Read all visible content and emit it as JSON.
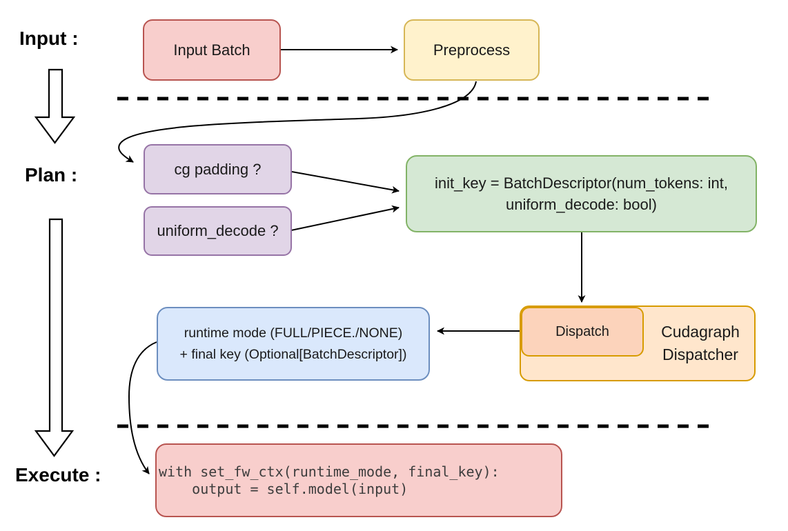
{
  "stages": {
    "input_label": "Input :",
    "plan_label": "Plan :",
    "execute_label": "Execute :"
  },
  "nodes": {
    "input_batch": {
      "label": "Input Batch",
      "fill": "#f8cecc",
      "stroke": "#b85450"
    },
    "preprocess": {
      "label": "Preprocess",
      "fill": "#fff2cc",
      "stroke": "#d6b656"
    },
    "cg_padding": {
      "label": "cg padding ?",
      "fill": "#e1d5e7",
      "stroke": "#9673a6"
    },
    "uniform_decode": {
      "label": "uniform_decode ?",
      "fill": "#e1d5e7",
      "stroke": "#9673a6"
    },
    "init_key": {
      "line1": "init_key = BatchDescriptor(num_tokens: int,",
      "line2": "uniform_decode: bool)",
      "fill": "#d5e8d4",
      "stroke": "#82b366"
    },
    "dispatch": {
      "label": "Dispatch",
      "fill": "#fcd3bb",
      "stroke": "#d79b00"
    },
    "cudagraph_dispatcher": {
      "line1": "Cudagraph",
      "line2": "Dispatcher",
      "fill": "#ffe6cc",
      "stroke": "#d79b00"
    },
    "runtime_mode": {
      "line1": "runtime mode (FULL/PIECE./NONE)",
      "line2": "+ final key (Optional[BatchDescriptor])",
      "fill": "#dae8fc",
      "stroke": "#6c8ebf"
    },
    "execute_code": {
      "line1": "with set_fw_ctx(runtime_mode, final_key):",
      "line2": "    output = self.model(input)",
      "fill": "#f8cecc",
      "stroke": "#b85450"
    }
  },
  "connector_color": "#000000"
}
